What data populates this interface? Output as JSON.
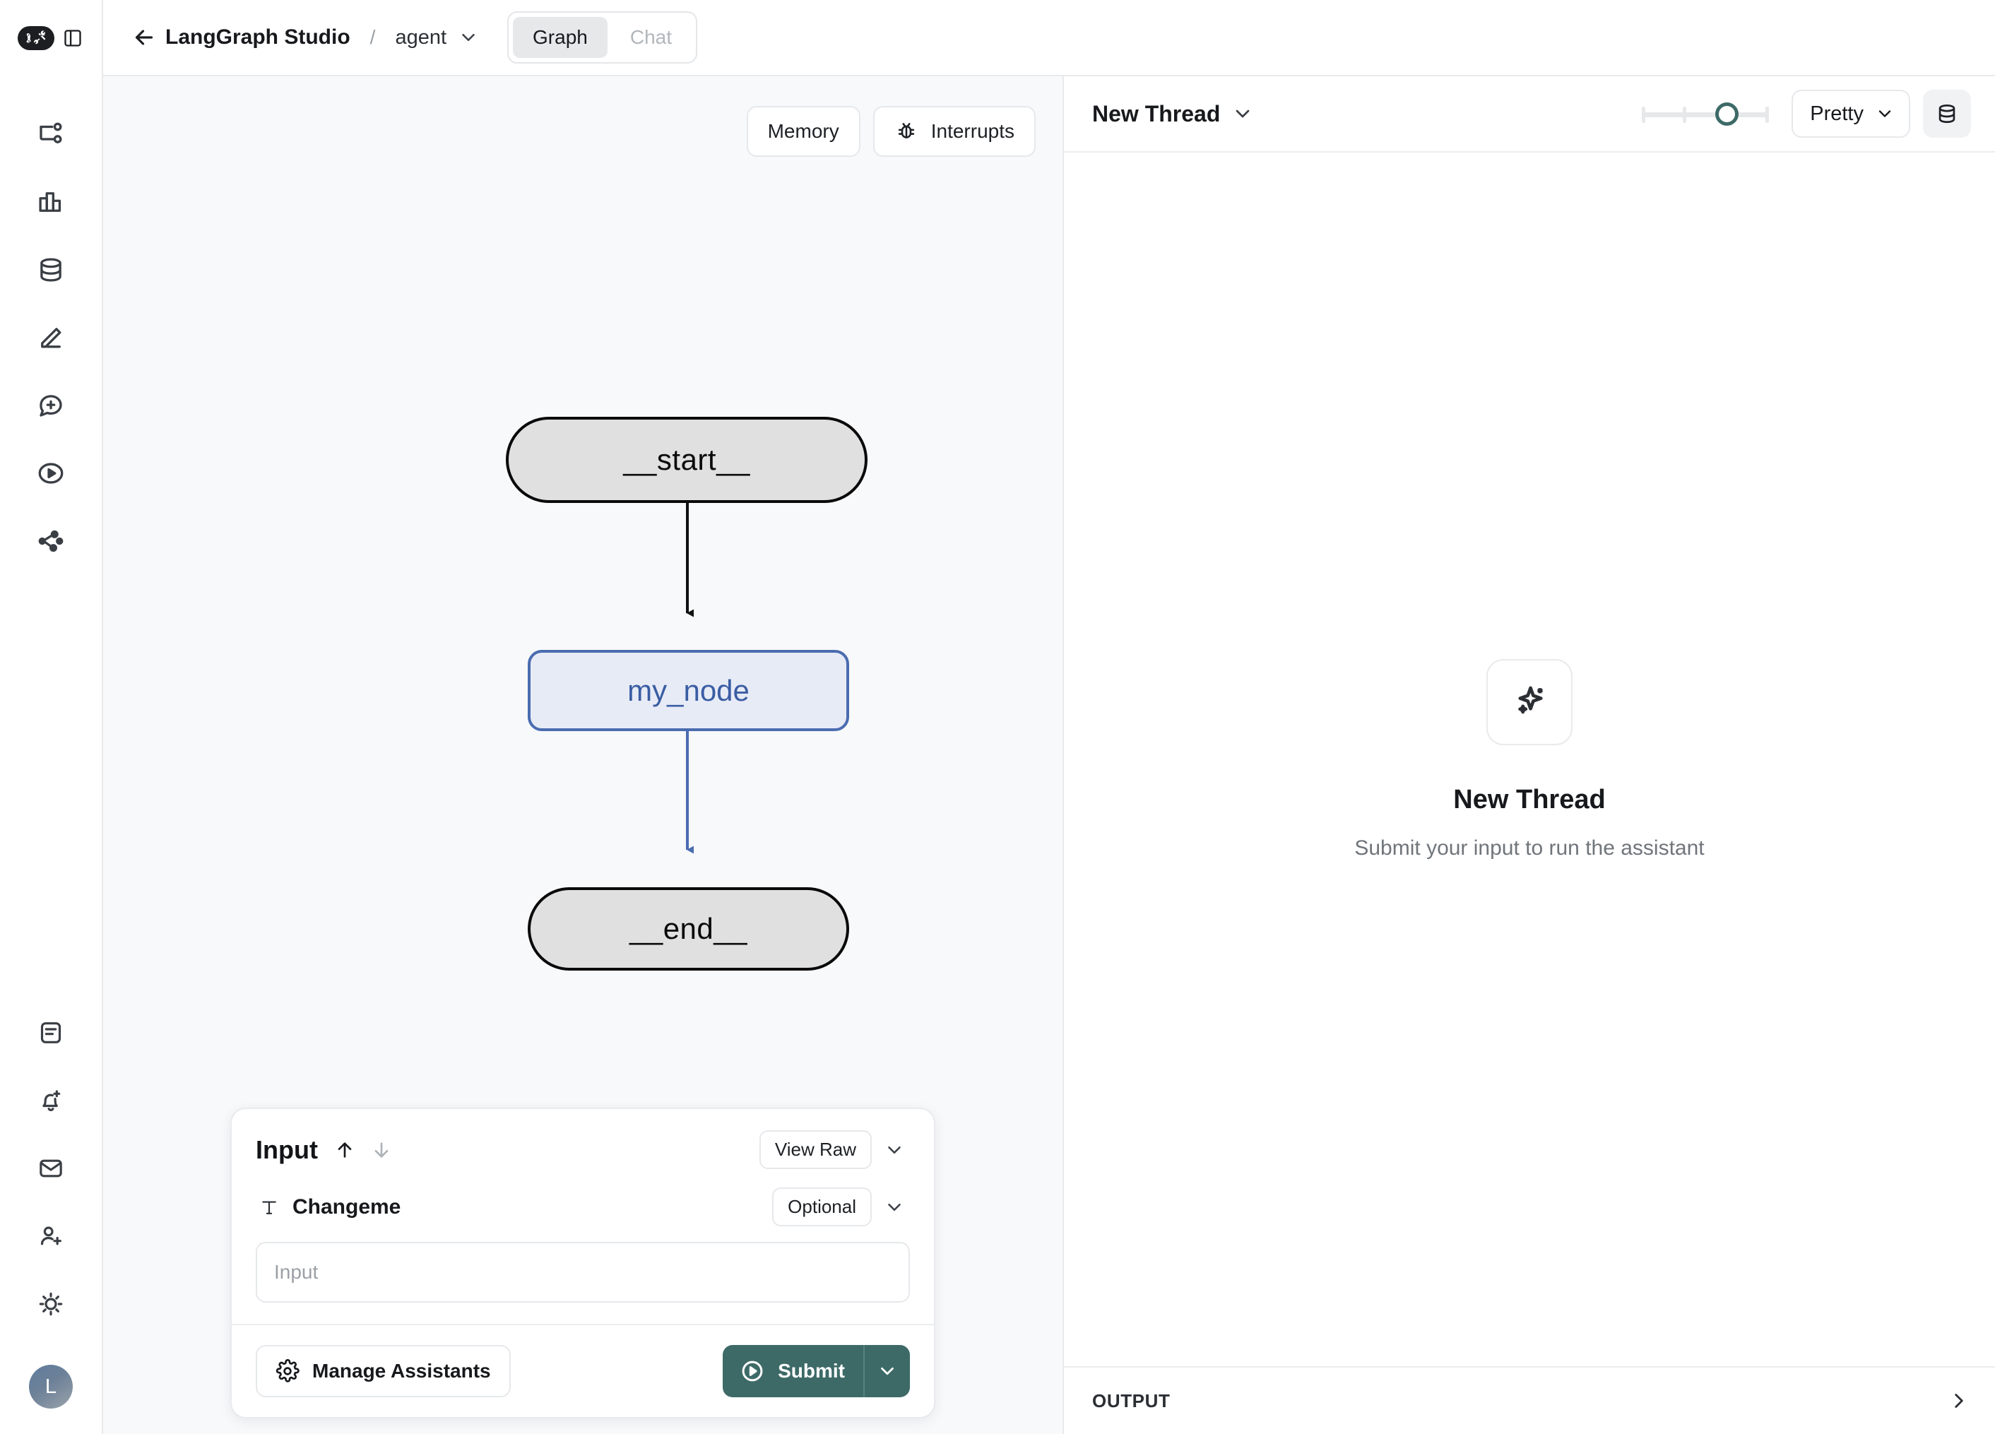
{
  "rail": {
    "logo_icon": "langchain-parrot-tools-logo",
    "sidebar_toggle_icon": "panel-toggle-icon",
    "top_items": [
      {
        "icon": "git-branch-tracing-icon",
        "name": "tracing"
      },
      {
        "icon": "bar-chart-icon",
        "name": "monitoring"
      },
      {
        "icon": "database-icon",
        "name": "datasets"
      },
      {
        "icon": "pencil-icon",
        "name": "annotate"
      },
      {
        "icon": "message-plus-icon",
        "name": "prompts"
      },
      {
        "icon": "play-circle-icon",
        "name": "playground"
      },
      {
        "icon": "share-nodes-icon",
        "name": "deployments"
      }
    ],
    "bottom_items": [
      {
        "icon": "document-text-icon",
        "name": "docs"
      },
      {
        "icon": "bell-plus-icon",
        "name": "alerts"
      },
      {
        "icon": "envelope-icon",
        "name": "inbox"
      },
      {
        "icon": "user-plus-icon",
        "name": "invite"
      },
      {
        "icon": "sun-icon",
        "name": "theme"
      }
    ],
    "avatar_initial": "L"
  },
  "topbar": {
    "back_icon": "arrow-left-icon",
    "title": "LangGraph Studio",
    "separator": "/",
    "assistant": "agent",
    "assistant_chevron_icon": "chevron-down-icon",
    "tabs": [
      {
        "label": "Graph",
        "active": true
      },
      {
        "label": "Chat",
        "active": false
      }
    ]
  },
  "graph": {
    "toolbar": [
      {
        "label": "Memory",
        "icon": null
      },
      {
        "label": "Interrupts",
        "icon": "bug-icon"
      }
    ],
    "nodes": [
      {
        "id": "start",
        "label": "__start__",
        "style": "terminal"
      },
      {
        "id": "my_node",
        "label": "my_node",
        "style": "active"
      },
      {
        "id": "end",
        "label": "__end__",
        "style": "terminal"
      }
    ],
    "edges": [
      {
        "from": "start",
        "to": "my_node",
        "color": "#111111"
      },
      {
        "from": "my_node",
        "to": "end",
        "color": "#4a6cb0"
      }
    ],
    "colors": {
      "canvas_bg": "#f8f9fb",
      "terminal_fill": "#e0e0e1",
      "terminal_border": "#0a0a0a",
      "active_fill": "#e7ebf6",
      "active_border": "#4a6cb0",
      "active_text": "#3a5da3"
    }
  },
  "input_panel": {
    "title": "Input",
    "arrow_up_icon": "arrow-up-icon",
    "arrow_down_icon": "arrow-down-icon",
    "view_raw_label": "View Raw",
    "collapse_icon": "chevron-down-icon",
    "field": {
      "type_icon": "text-type-icon",
      "label": "Changeme",
      "badge": "Optional",
      "badge_chevron_icon": "chevron-down-icon",
      "placeholder": "Input",
      "value": ""
    },
    "manage_assistants_label": "Manage Assistants",
    "manage_assistants_icon": "gear-icon",
    "submit_label": "Submit",
    "submit_icon": "play-circle-icon",
    "submit_chevron_icon": "chevron-down-icon",
    "submit_color": "#3d6a67"
  },
  "thread": {
    "header_title": "New Thread",
    "header_chevron_icon": "chevron-down-icon",
    "slider": {
      "name": "history-slider",
      "value_position": "0.62"
    },
    "format_select": "Pretty",
    "format_chevron_icon": "chevron-down-icon",
    "state_button_icon": "database-icon",
    "empty": {
      "icon": "sparkles-icon",
      "title": "New Thread",
      "subtitle": "Submit your input to run the assistant"
    },
    "output_label": "OUTPUT",
    "output_expand_icon": "chevron-right-icon"
  }
}
